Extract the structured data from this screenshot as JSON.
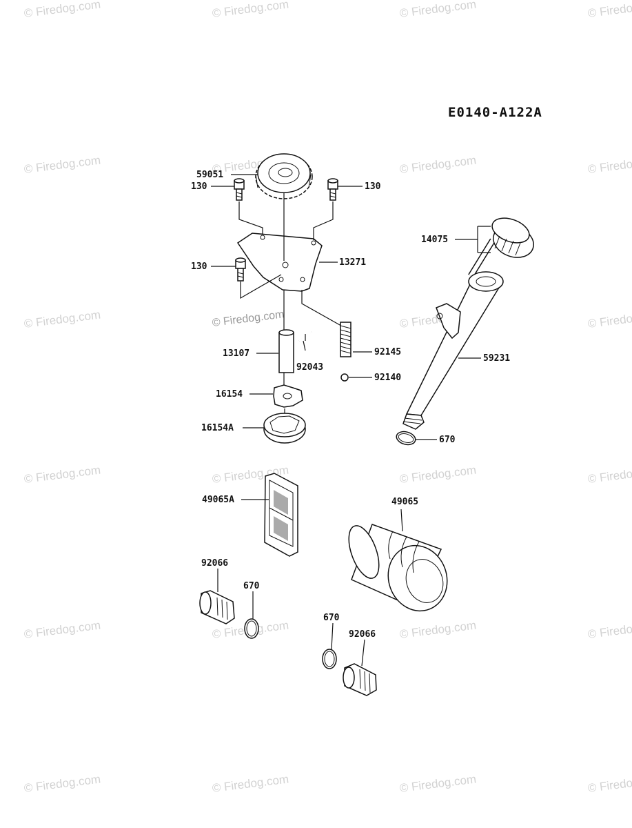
{
  "diagram_code": "E0140-A122A",
  "watermark_text": "© Firedog.com",
  "center_watermark_text": "© Firedog.com",
  "callouts": {
    "gear": "59051",
    "bolt_left": "130",
    "bolt_right": "130",
    "bolt_lower": "130",
    "cover": "13271",
    "dipstick": "14075",
    "shaft": "13107",
    "pin": "92043",
    "spring": "92145",
    "ball": "92140",
    "tube": "59231",
    "inner_rotor": "16154",
    "outer_rotor": "16154A",
    "oring_tube": "670",
    "screen": "49065A",
    "oil_filter": "49065",
    "plug_left": "92066",
    "oring_left": "670",
    "oring_right": "670",
    "plug_right": "92066"
  }
}
